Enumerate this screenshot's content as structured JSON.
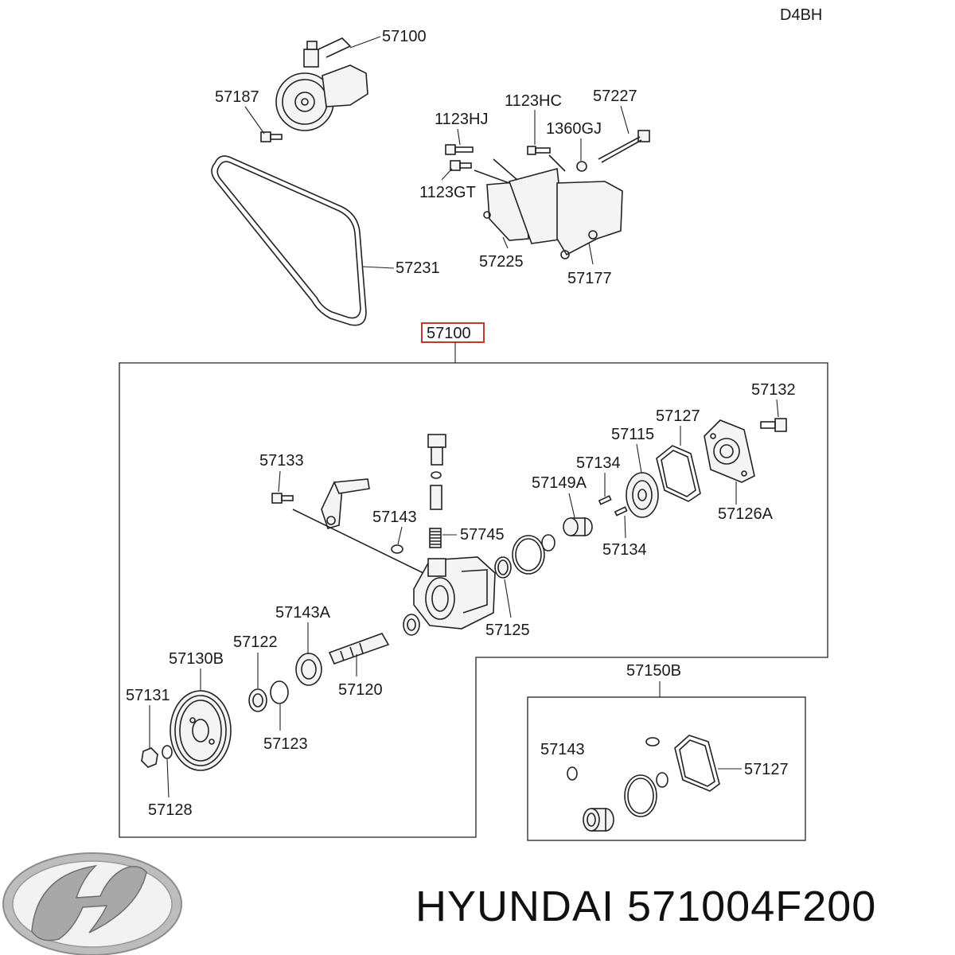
{
  "engine_code": "D4BH",
  "brand": "HYUNDAI",
  "part_number": "571004F200",
  "labels": {
    "top_pump": "57100",
    "pump_bolt": "57187",
    "belt": "57231",
    "bolt_1123hc": "1123HC",
    "bolt_57227": "57227",
    "bolt_1123hj": "1123HJ",
    "washer_1360gj": "1360GJ",
    "bolt_1123gt": "1123GT",
    "bracket_57225": "57225",
    "bracket_57177": "57177",
    "assembly": "57100",
    "cover_bolt": "57132",
    "gasket_57127": "57127",
    "cam_ring": "57115",
    "pin_upper": "57134",
    "cover_57126a": "57126A",
    "bushing": "57149A",
    "pin_lower": "57134",
    "fitting_bolt": "57133",
    "oring_57143": "57143",
    "valve_spring": "57745",
    "seal_57125": "57125",
    "bearing": "57143A",
    "seal_57122": "57122",
    "pulley": "57130B",
    "nut": "57131",
    "shaft": "57120",
    "snap_ring": "57123",
    "washer": "57128",
    "kit": "57150B",
    "kit_oring": "57143",
    "kit_gasket": "57127"
  }
}
